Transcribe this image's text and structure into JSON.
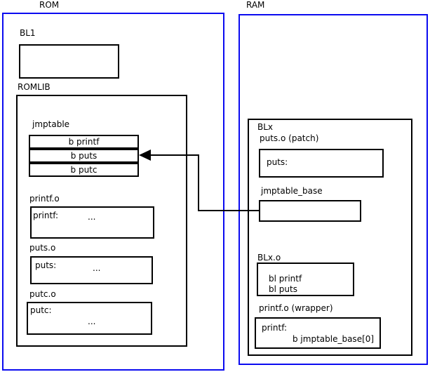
{
  "diagram": {
    "rom": {
      "label": "ROM",
      "bl1": {
        "label": "BL1"
      },
      "romlib": {
        "label": "ROMLIB",
        "jmptable": {
          "label": "jmptable",
          "entries": [
            "b printf",
            "b puts",
            "b putc"
          ]
        },
        "modules": [
          {
            "label": "printf.o",
            "symbol": "printf:",
            "body": "..."
          },
          {
            "label": "puts.o",
            "symbol": "puts:",
            "body": "..."
          },
          {
            "label": "putc.o",
            "symbol": "putc:",
            "body": "..."
          }
        ]
      }
    },
    "ram": {
      "label": "RAM",
      "blx": {
        "label": "BLx",
        "puts_patch": {
          "label": "puts.o (patch)",
          "symbol": "puts:"
        },
        "jmptable_base": {
          "label": "jmptable_base"
        },
        "blx_o": {
          "label": "BLx.o",
          "lines": [
            "bl printf",
            "bl puts"
          ]
        },
        "printf_wrapper": {
          "label": "printf.o (wrapper)",
          "symbol": "printf:",
          "body": "b jmptable_base[0]"
        }
      }
    },
    "arrow": {
      "meaning": "jmptable_base points to b puts entry"
    },
    "colors": {
      "container_border": "#0b0bf0",
      "box_border": "#000000",
      "text": "#000000",
      "background": "#ffffff"
    }
  }
}
